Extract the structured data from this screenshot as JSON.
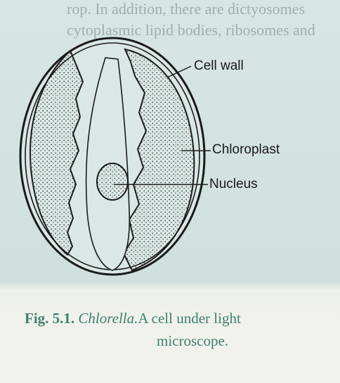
{
  "background_text": {
    "line1": "rop. In addition, there are dictyosomes",
    "line2": "cytoplasmic lipid bodies, ribosomes and"
  },
  "labels": {
    "cell_wall": "Cell wall",
    "chloroplast": "Chloroplast",
    "nucleus": "Nucleus"
  },
  "caption": {
    "figure_number": "Fig. 5.1.",
    "organism": "Chlorella.",
    "text_line1": "A cell under light",
    "text_line2": "microscope."
  },
  "colors": {
    "caption": "#3f7f70",
    "background": "#d8e6e3",
    "ink": "#1a1a1a"
  }
}
